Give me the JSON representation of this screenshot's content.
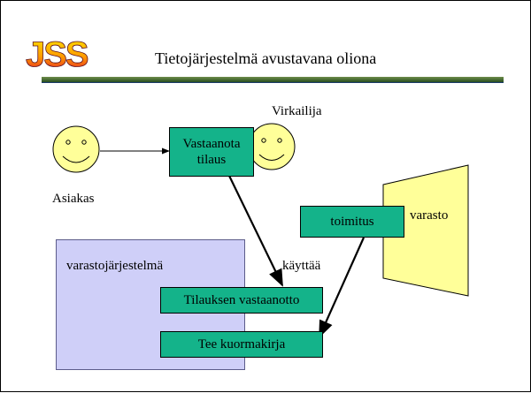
{
  "slide": {
    "logo_text": "JSS",
    "title": "Tietojärjestelmä avustavana oliona"
  },
  "diagram": {
    "customer_label": "Asiakas",
    "clerk_label": "Virkailija",
    "receive_order_box": {
      "line1": "Vastaanota",
      "line2": "tilaus"
    },
    "warehouse_label": "varasto",
    "delivery_box": "toimitus",
    "system_label": "varastojärjestelmä",
    "uses_label": "käyttää",
    "order_reception_box": "Tilauksen vastaanotto",
    "waybill_box": "Tee kuormakirja"
  },
  "colors": {
    "box_green": "#14b38a",
    "face_yellow": "#ffff99",
    "warehouse_yellow": "#ffff99",
    "system_lavender": "#cfcff8",
    "underline_green": "#3f6b2f",
    "logo_red": "#e0152a",
    "logo_yellow": "#ffe600"
  }
}
